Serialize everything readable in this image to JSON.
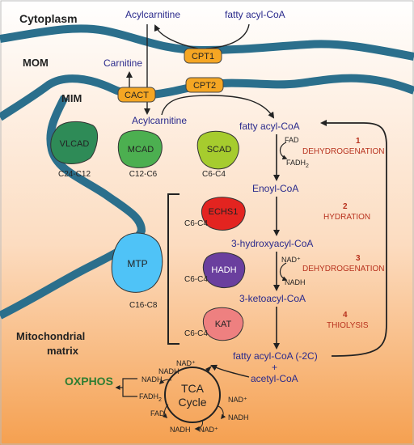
{
  "regions": {
    "cytoplasm": "Cytoplasm",
    "mom": "MOM",
    "mim": "MIM",
    "matrix_line1": "Mitochondrial",
    "matrix_line2": "matrix"
  },
  "transport": {
    "acylcarnitine_top": "Acylcarnitine",
    "fatty_acyl_coa_top": "fatty acyl-CoA",
    "carnitine": "Carnitine",
    "acylcarnitine_inner": "Acylcarnitine",
    "cpt1": "CPT1",
    "cact": "CACT",
    "cpt2": "CPT2"
  },
  "enzymes": {
    "vlcad": {
      "name": "VLCAD",
      "range": "C24-C12"
    },
    "mcad": {
      "name": "MCAD",
      "range": "C12-C6"
    },
    "scad": {
      "name": "SCAD",
      "range": "C6-C4"
    },
    "echs1": {
      "name": "ECHS1",
      "range": "C6-C4"
    },
    "hadh": {
      "name": "HADH",
      "range": "C6-C4"
    },
    "kat": {
      "name": "KAT",
      "range": "C6-C4"
    },
    "mtp": {
      "name": "MTP",
      "range": "C16-C8"
    }
  },
  "pathway": {
    "fatty_acyl_coa": "fatty acyl-CoA",
    "enoyl_coa": "Enoyl-CoA",
    "hydroxyacyl_coa": "3-hydroxyacyl-CoA",
    "ketoacyl_coa": "3-ketoacyl-CoA",
    "fatty_acyl_coa_2c": "fatty acyl-CoA (-2C)",
    "plus": "+",
    "acetyl_coa": "acetyl-CoA"
  },
  "cofactors": {
    "fad": "FAD",
    "fadh2": "FADH",
    "fadh2_sub": "2",
    "nad": "NAD⁺",
    "nadh": "NADH"
  },
  "steps": [
    {
      "num": "1",
      "name": "DEHYDROGENATION"
    },
    {
      "num": "2",
      "name": "HYDRATION"
    },
    {
      "num": "3",
      "name": "DEHYDROGENATION"
    },
    {
      "num": "4",
      "name": "THIOLYSIS"
    }
  ],
  "tca": {
    "line1": "TCA",
    "line2": "Cycle",
    "oxphos": "OXPHOS",
    "nadh_1": "NADH",
    "fadh2_1": "FADH",
    "fadh2_1_sub": "2",
    "nadh_2": "NADH",
    "nad_1": "NAD⁺",
    "fad": "FAD",
    "nad_2": "NAD⁺",
    "nadh_3": "NADH",
    "nad_3": "NAD⁺",
    "nadh_4": "NADH",
    "nad_4": "NAD⁺"
  },
  "colors": {
    "membrane": "#2b6f8c",
    "transporter": "#f5a623",
    "vlcad": "#2e8b57",
    "mcad": "#4caf50",
    "scad": "#a6cc2e",
    "echs1": "#e32420",
    "hadh": "#6a3f9e",
    "kat": "#ee8080",
    "mtp": "#4fc3f7",
    "oxphos": "#2e7d32"
  }
}
